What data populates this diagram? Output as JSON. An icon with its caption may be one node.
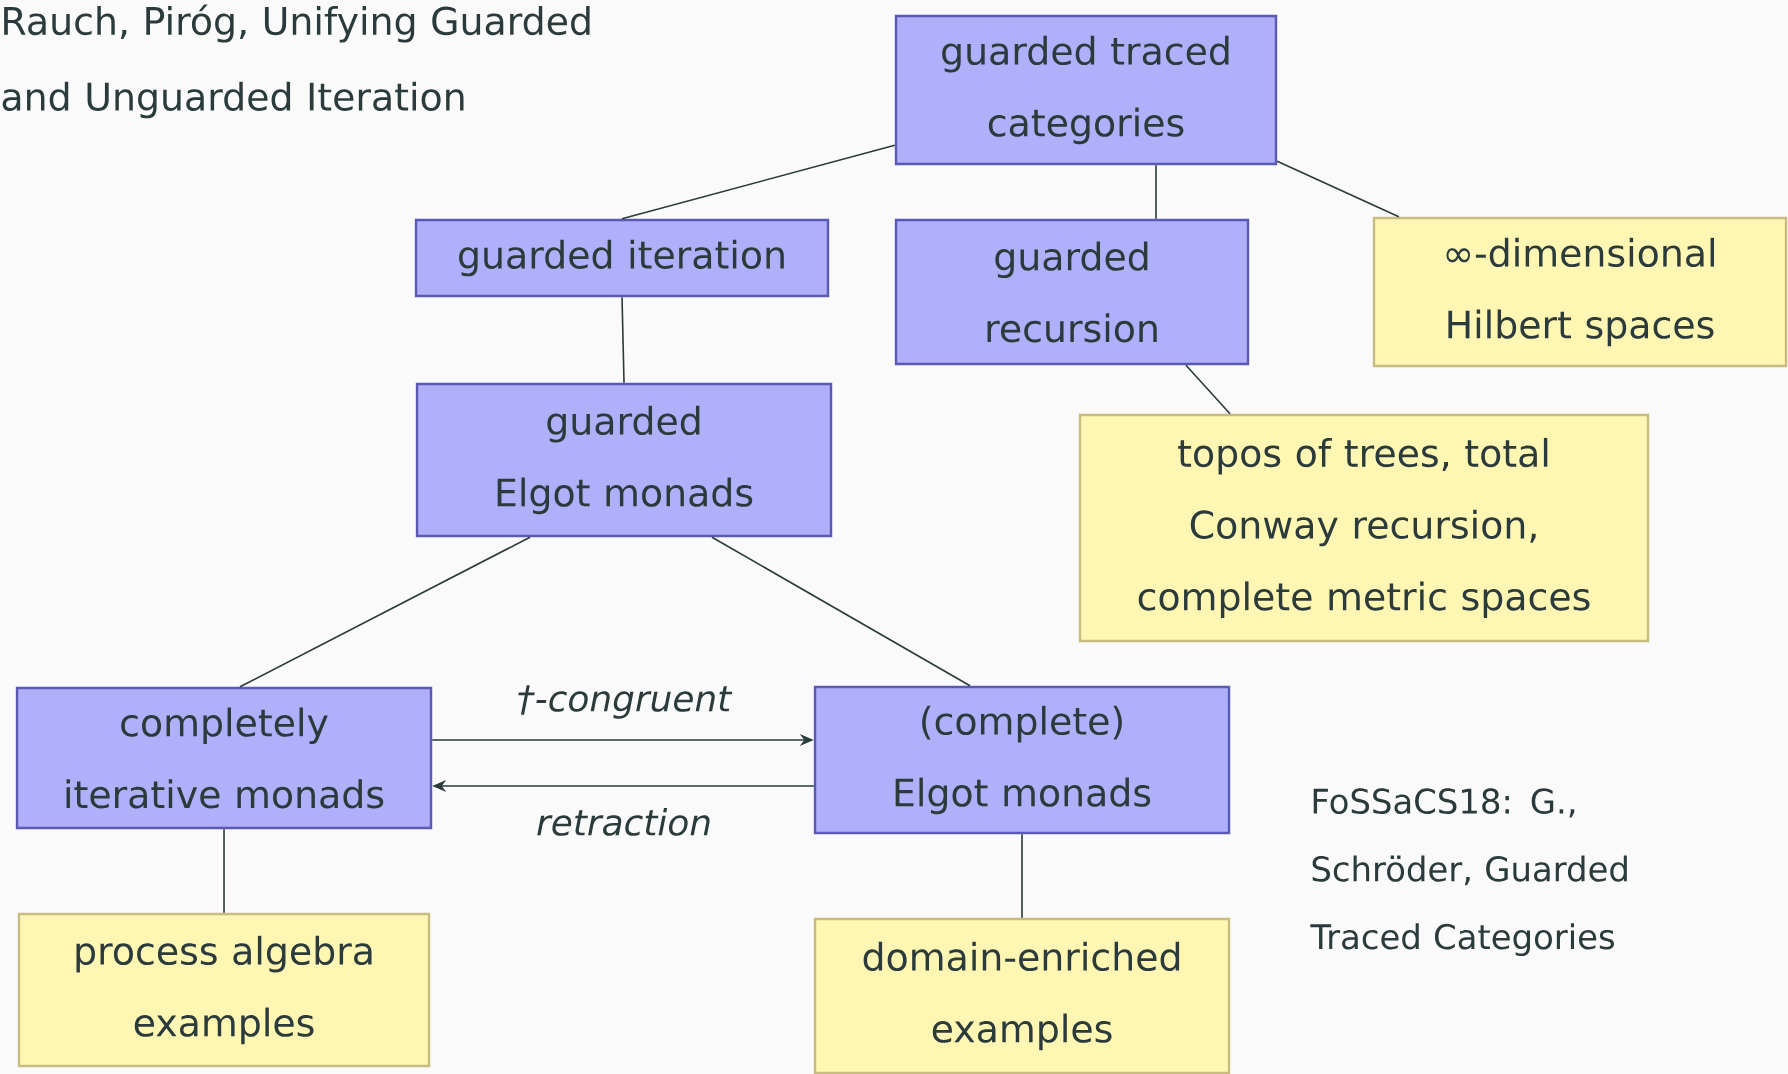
{
  "diagram": {
    "nodes": [
      {
        "text": [
          "guarded traced categories"
        ]
      },
      {
        "text": [
          "guarded iteration"
        ]
      },
      {
        "text": [
          "guarded recursion"
        ]
      },
      {
        "text": [
          "∞-dimensional Hilbert spaces"
        ]
      },
      {
        "text": [
          "guarded Elgot monads"
        ]
      },
      {
        "text": [
          "topos of trees, total Conway recursion, complete metric spaces"
        ]
      },
      {
        "text": [
          "completely iterative monads"
        ]
      },
      {
        "text": [
          "(complete) Elgot monads"
        ]
      },
      {
        "text": [
          "process algebra examples"
        ]
      },
      {
        "text": [
          "domain-enriched examples"
        ]
      }
    ],
    "edges": [
      {
        "from": 0,
        "to": 1,
        "arrow": "none"
      },
      {
        "from": 0,
        "to": 2,
        "arrow": "none"
      },
      {
        "from": 0,
        "to": 3,
        "arrow": "none"
      },
      {
        "from": 1,
        "to": 4,
        "arrow": "none"
      },
      {
        "from": 2,
        "to": 5,
        "arrow": "none"
      },
      {
        "from": 4,
        "to": 6,
        "arrow": "none"
      },
      {
        "from": 4,
        "to": 7,
        "arrow": "none"
      },
      {
        "from": 6,
        "to": 7,
        "arrow": "to",
        "label": "†-congruent"
      },
      {
        "from": 7,
        "to": 6,
        "arrow": "to",
        "label": "retraction"
      },
      {
        "from": 6,
        "to": 8,
        "arrow": "none"
      },
      {
        "from": 7,
        "to": 9,
        "arrow": "none"
      }
    ],
    "labels": [
      "Rauch, Piróg, Unifying Guarded and Unguarded Iteration",
      "FoSSaCS18: G., Schröder, Guarded Traced Categories"
    ]
  }
}
